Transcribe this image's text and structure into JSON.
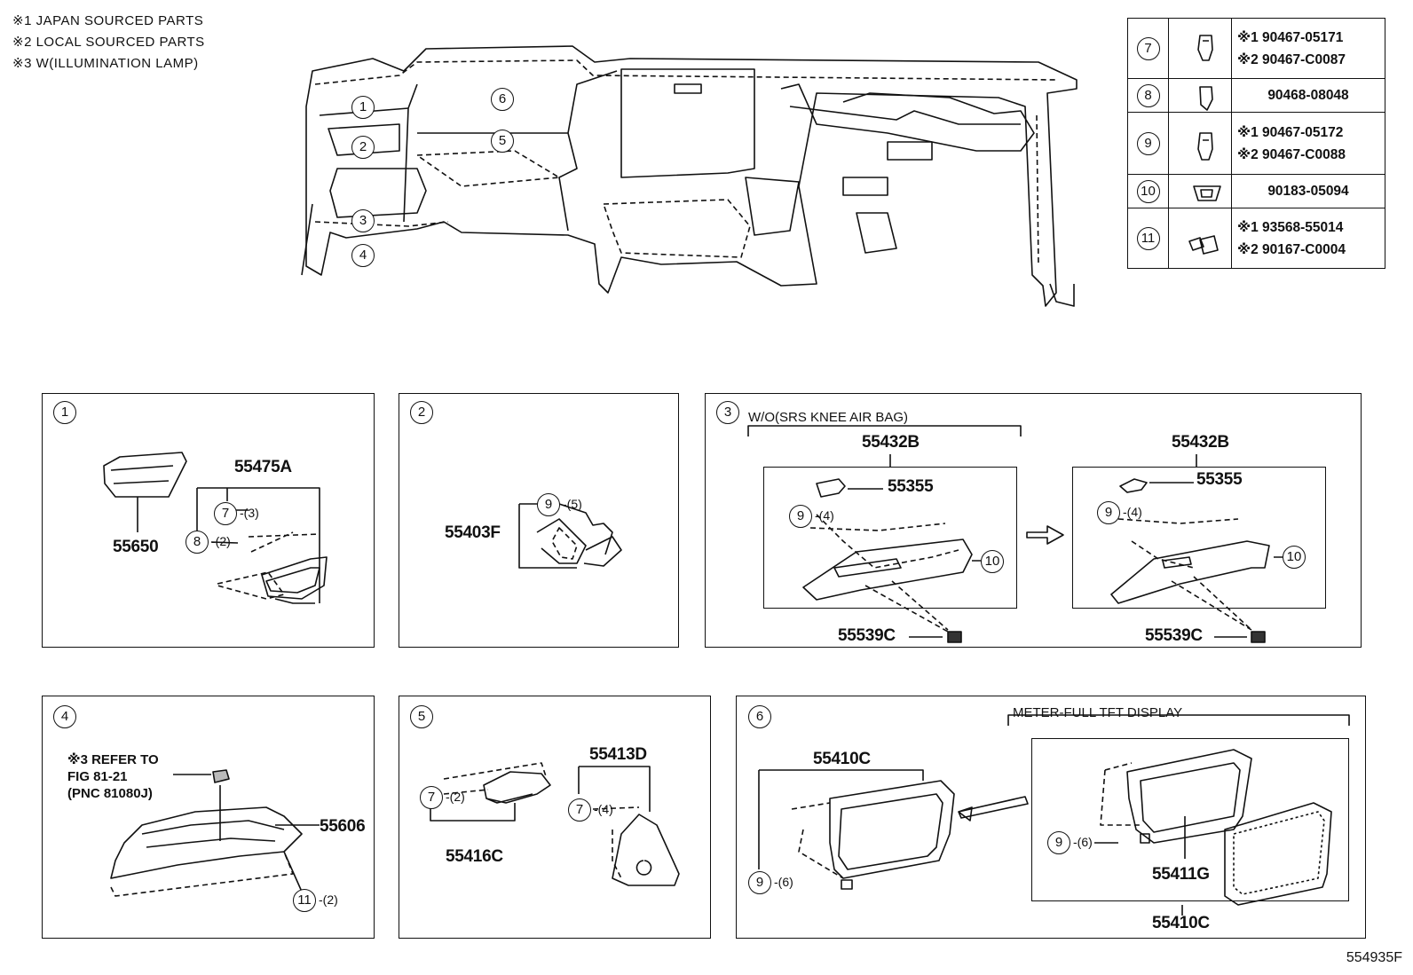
{
  "notes": [
    "※1 JAPAN SOURCED PARTS",
    "※2 LOCAL SOURCED PARTS",
    "※3 W(ILLUMINATION LAMP)"
  ],
  "overview_callouts": [
    "1",
    "2",
    "3",
    "4",
    "5",
    "6"
  ],
  "parts_table": [
    {
      "ref": "7",
      "icon": "clip-icon",
      "parts": [
        "※1 90467-05171",
        "※2 90467-C0087"
      ]
    },
    {
      "ref": "8",
      "icon": "clip-icon",
      "parts": [
        "90468-08048"
      ]
    },
    {
      "ref": "9",
      "icon": "clip-icon",
      "parts": [
        "※1 90467-05172",
        "※2 90467-C0088"
      ]
    },
    {
      "ref": "10",
      "icon": "nut-icon",
      "parts": [
        "90183-05094"
      ]
    },
    {
      "ref": "11",
      "icon": "screw-icon",
      "parts": [
        "※1 93568-55014",
        "※2 90167-C0004"
      ]
    }
  ],
  "panels": {
    "p1": {
      "num": "1",
      "labels": {
        "a": "55650",
        "b": "55475A",
        "c": "7",
        "c_qty": "-(3)",
        "d": "8",
        "d_qty": "-(2)"
      }
    },
    "p2": {
      "num": "2",
      "labels": {
        "a": "55403F",
        "b": "9",
        "b_qty": "-(5)"
      }
    },
    "p3": {
      "num": "3",
      "condition": "W/O(SRS KNEE AIR BAG)",
      "labels": {
        "assy": "55432B",
        "bracket": "55355",
        "clip": "9",
        "clip_qty": "-(4)",
        "nut": "10",
        "sw": "55539C"
      }
    },
    "p4": {
      "num": "4",
      "refer": [
        "※3 REFER TO",
        "FIG 81-21",
        "(PNC 81080J)"
      ],
      "labels": {
        "a": "55606",
        "b": "11",
        "b_qty": "-(2)"
      }
    },
    "p5": {
      "num": "5",
      "labels": {
        "a": "55416C",
        "b": "7",
        "b_qty": "-(2)",
        "c": "55413D",
        "d": "7",
        "d_qty": "-(4)"
      }
    },
    "p6": {
      "num": "6",
      "condition": "METER-FULL TFT DISPLAY",
      "labels": {
        "a": "55410C",
        "b": "9",
        "b_qty": "-(6)",
        "c": "55411G",
        "d": "55410C",
        "e": "9",
        "e_qty": "-(6)"
      }
    }
  },
  "figure_code": "554935F"
}
